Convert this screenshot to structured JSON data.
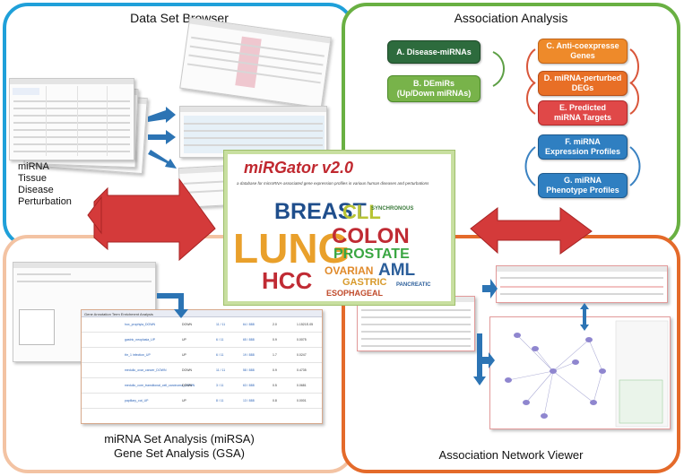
{
  "panels": {
    "browser_title": "Data Set Browser",
    "assoc_title": "Association Analysis",
    "set_title_line1": "miRNA Set Analysis (miRSA)",
    "set_title_line2": "Gene Set Analysis (GSA)",
    "net_title": "Association Network Viewer"
  },
  "browser": {
    "categories": [
      "miRNA",
      "Tissue",
      "Disease",
      "Perturbation"
    ]
  },
  "association": {
    "boxes": [
      {
        "id": "A",
        "label": "A. Disease-miRNAs"
      },
      {
        "id": "B",
        "label_line1": "B. DEmiRs",
        "label_line2": "(Up/Down miRNAs)"
      },
      {
        "id": "C",
        "label_line1": "C. Anti-coexpresse",
        "label_line2": "Genes"
      },
      {
        "id": "D",
        "label_line1": "D. miRNA-perturbed",
        "label_line2": "DEGs"
      },
      {
        "id": "E",
        "label_line1": "E. Predicted",
        "label_line2": "miRNA Targets"
      },
      {
        "id": "F",
        "label_line1": "F. miRNA",
        "label_line2": "Expression Profiles"
      },
      {
        "id": "G",
        "label_line1": "G. miRNA",
        "label_line2": "Phenotype Profiles"
      }
    ]
  },
  "logo": {
    "title": "miRGator v2.0",
    "subtitle": "a database for microRNA-associated gene expression profiles in various human diseases and perturbations",
    "words": [
      "BREAST",
      "CLL",
      "LUNG",
      "COLON",
      "PROSTATE",
      "HCC",
      "AML",
      "OVARIAN",
      "GASTRIC",
      "ESOPHAGEAL",
      "PANCREATIC",
      "SYNCHRONOUS"
    ]
  },
  "gsa": {
    "header": "Gene Annotation Term Enrichment Analysis",
    "rows": [
      {
        "term": "hox_prophyla_DOWN",
        "dir": "DOWN",
        "a": "11 / 11",
        "b": "64 / 888",
        "c": "2.0",
        "p": "1.1521E-05"
      },
      {
        "term": "gastric_neoplasia_UP",
        "dir": "UP",
        "a": "6 / 11",
        "b": "65 / 888",
        "c": "0.9",
        "p": "0.0075"
      },
      {
        "term": "thr_1 infection_UP",
        "dir": "UP",
        "a": "6 / 11",
        "b": "19 / 888",
        "c": "1.7",
        "p": "0.0247"
      },
      {
        "term": "medullo_ovar_cancer_DOWN",
        "dir": "DOWN",
        "a": "11 / 11",
        "b": "58 / 888",
        "c": "0.9",
        "p": "0.4735"
      },
      {
        "term": "medullo_core_transitional_cell_carcinoma_DOWN",
        "dir": "DOWN",
        "a": "3 / 11",
        "b": "63 / 888",
        "c": "0.5",
        "p": "0.0681"
      },
      {
        "term": "papillary_cut_UP",
        "dir": "UP",
        "a": "8 / 11",
        "b": "13 / 888",
        "c": "0.8",
        "p": "0.0001"
      }
    ]
  },
  "colors": {
    "browser": "#1fa0d9",
    "association": "#69b042",
    "set_analysis": "#f3c3a3",
    "network": "#e46a2a",
    "arrow_red": "#d43a3a",
    "arrow_blue": "#2c74b4"
  }
}
